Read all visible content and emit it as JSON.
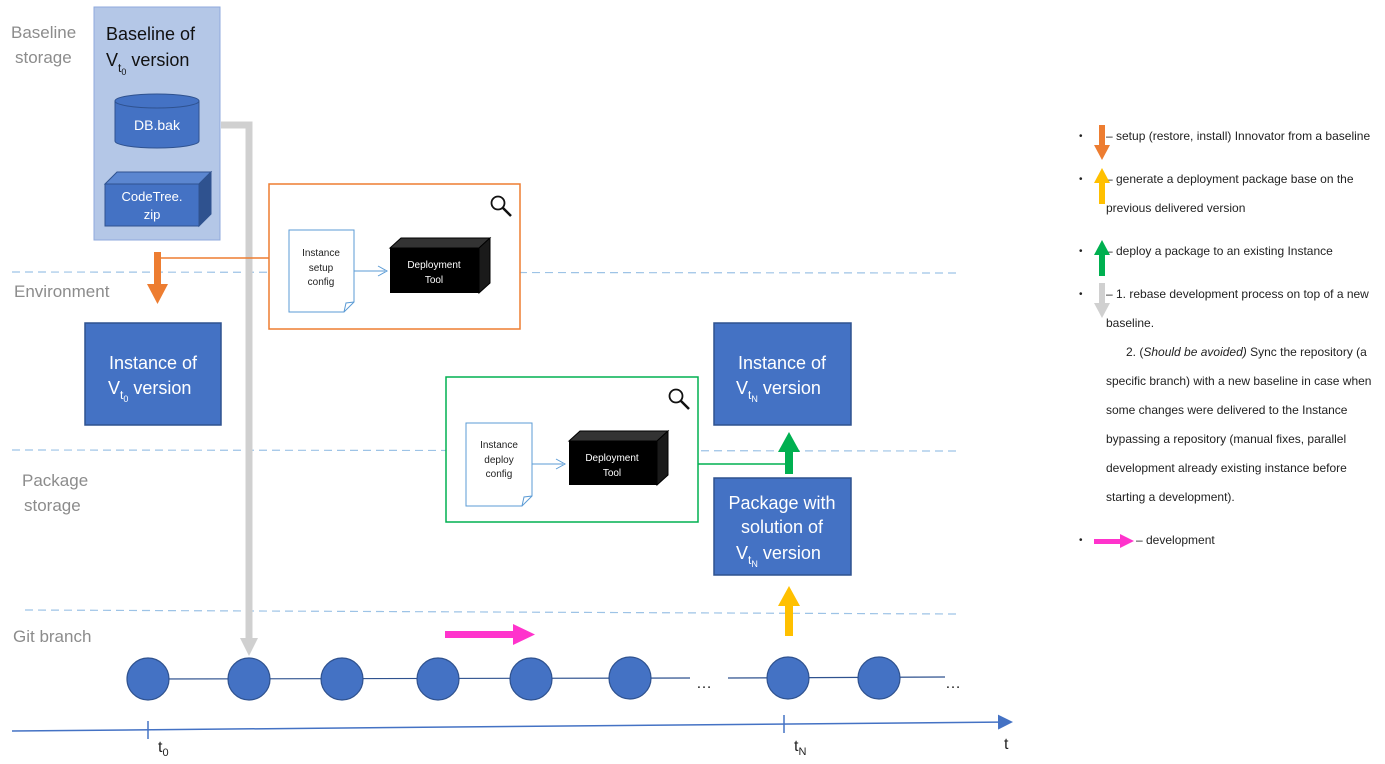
{
  "lanes": {
    "baseline": [
      "Baseline",
      "storage"
    ],
    "environment": "Environment",
    "package": [
      "Package",
      "storage"
    ],
    "git": "Git branch"
  },
  "baseline_box": {
    "title_line1": "Baseline of",
    "title_v": "V",
    "title_sub_t": "t",
    "title_sub_0": "0",
    "title_rest": " version",
    "db_label": "DB.bak",
    "code_line1": "CodeTree.",
    "code_line2": "zip"
  },
  "setup_panel": {
    "config_lines": [
      "Instance",
      "setup",
      "config"
    ],
    "tool_lines": [
      "Deployment",
      "Tool"
    ]
  },
  "deploy_panel": {
    "config_lines": [
      "Instance",
      "deploy",
      "config"
    ],
    "tool_lines": [
      "Deployment",
      "Tool"
    ]
  },
  "instance_t0": {
    "line1": "Instance of",
    "v": "V",
    "sub_t": "t",
    "sub_i": "0",
    "rest": " version"
  },
  "instance_tn": {
    "line1": "Instance of",
    "v": "V",
    "sub_t": "t",
    "sub_i": "N",
    "rest": " version"
  },
  "package_tn": {
    "line1": "Package with",
    "line2": "solution of",
    "v": "V",
    "sub_t": "t",
    "sub_i": "N",
    "rest": " version"
  },
  "timeline": {
    "ellipsis_1": "…",
    "ellipsis_2": "…",
    "t0_label": "t",
    "t0_sub": "0",
    "tn_label": "t",
    "tn_sub": "N",
    "axis_label": "t"
  },
  "legend": {
    "setup": "– setup (restore, install) Innovator from a baseline",
    "generate": "– generate a deployment package base on the previous delivered version",
    "deploy": "– deploy a package to an existing Instance",
    "rebase_1": "– 1. rebase development process on top of a new baseline.",
    "rebase_2_prefix": "2. (",
    "rebase_2_italic": "Should be avoided)",
    "rebase_2_rest": " Sync the repository (a specific branch) with a new baseline in case when some changes were delivered to the Instance bypassing a repository (manual fixes, parallel development already existing instance before starting a development).",
    "development": "– development",
    "bullet": "•"
  },
  "colors": {
    "box_blue": "#4472c4",
    "box_border": "#2f528f",
    "baseline_bg": "#b4c7e7",
    "orange": "#ed7d31",
    "green": "#00b050",
    "gold": "#ffc000",
    "gray": "#d0d0d0",
    "magenta": "#ff33cc",
    "dashed": "#9dc3e6"
  }
}
